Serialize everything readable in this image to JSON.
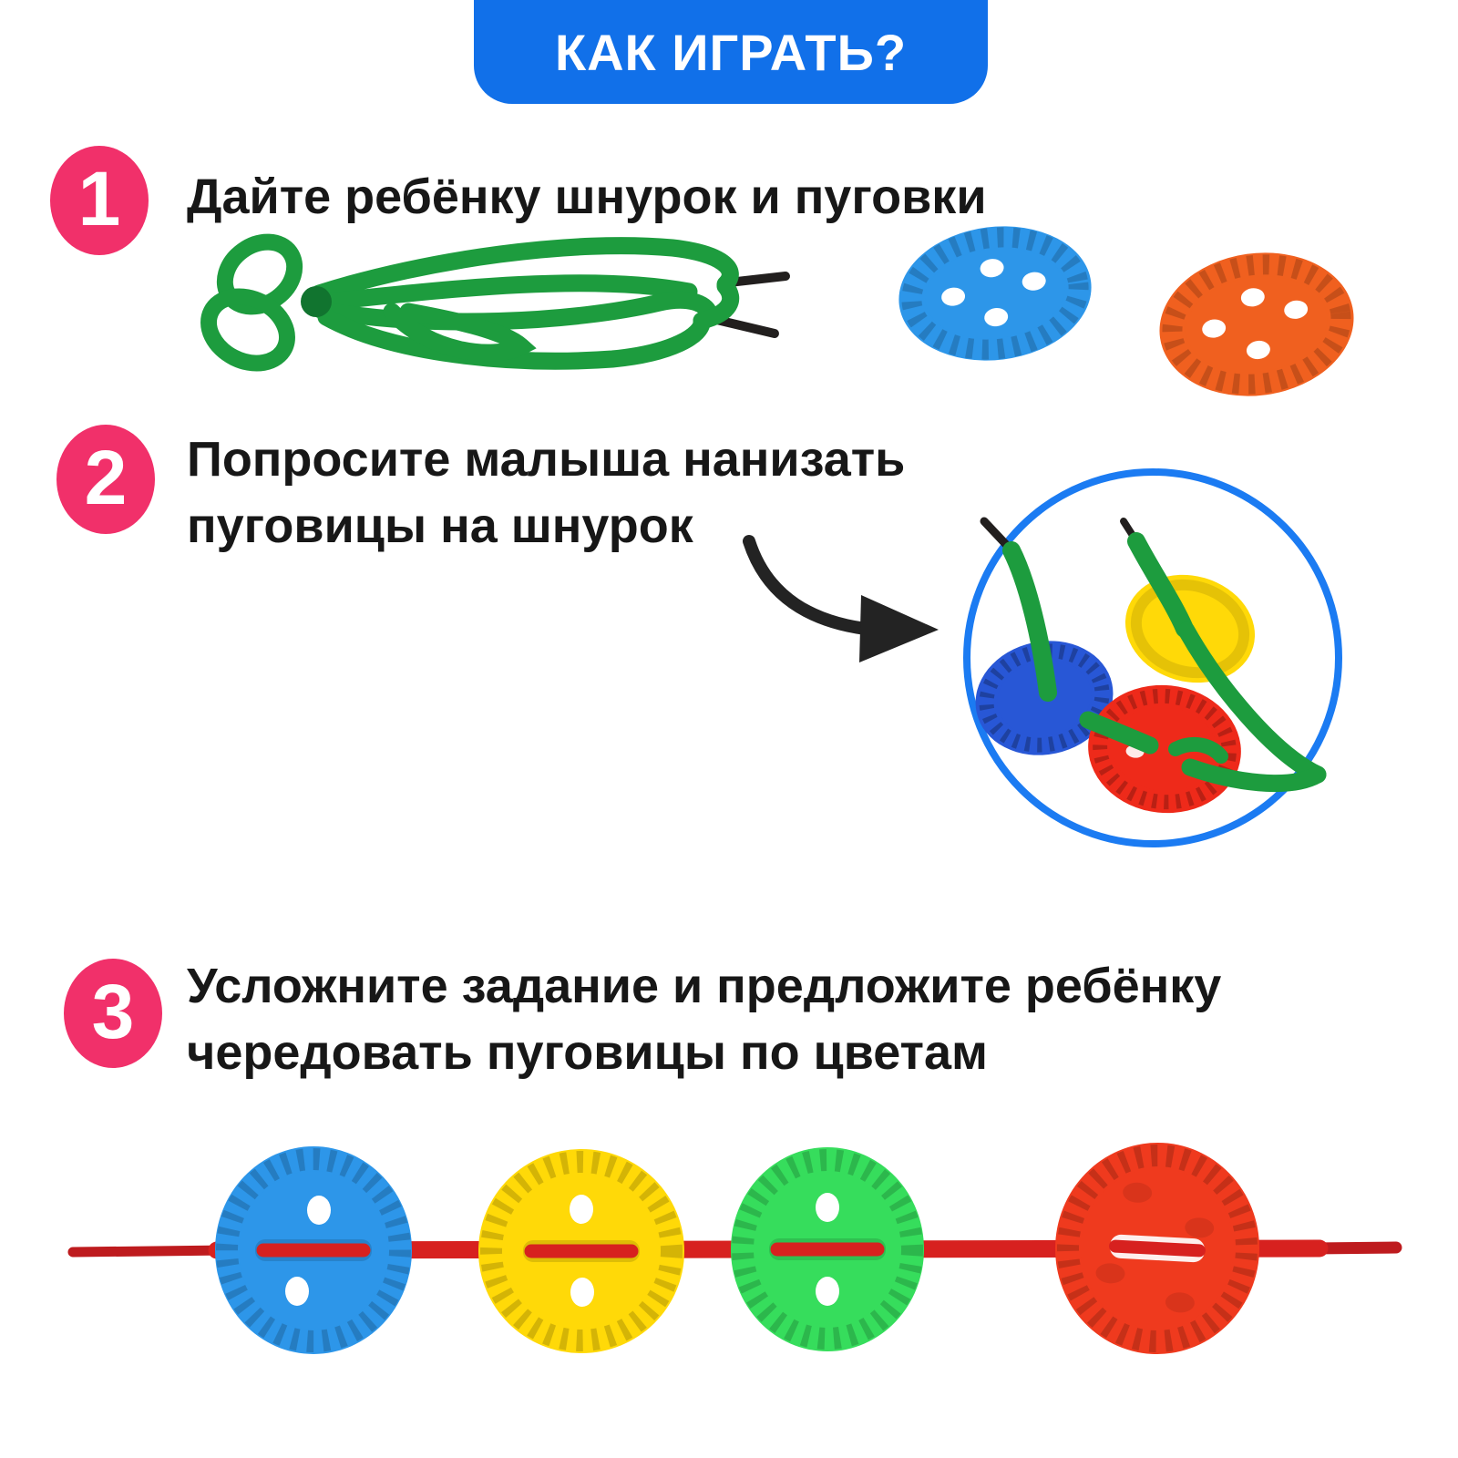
{
  "header": {
    "title": "КАК ИГРАТЬ?"
  },
  "steps": [
    {
      "number": "1",
      "lines": [
        "Дайте ребёнку шнурок и пуговки"
      ]
    },
    {
      "number": "2",
      "lines": [
        "Попросите малыша нанизать",
        "пуговицы на шнурок"
      ]
    },
    {
      "number": "3",
      "lines": [
        "Усложните задание и предложите ребёнку",
        "чередовать пуговицы по цветам"
      ]
    }
  ],
  "illustrations": {
    "step1": {
      "items": [
        "green-lace-with-black-tips",
        "blue-button",
        "orange-button"
      ]
    },
    "step2": {
      "items": [
        "curved-arrow",
        "circular-inset",
        "blue-button",
        "yellow-button",
        "red-button",
        "green-lace"
      ]
    },
    "step3": {
      "items": [
        "red-lace",
        "blue-button",
        "yellow-button",
        "green-button",
        "red-button"
      ]
    }
  },
  "colors": {
    "header_bg": "#1170E9",
    "badge_pink": "#F1306A",
    "text_black": "#171717",
    "inset_ring_blue": "#1B7BF2",
    "arrow_black": "#232323",
    "lace_green": "#1D9C3E",
    "lace_green_dark": "#11742F",
    "tip_black": "#221F1E",
    "lace_red": "#D7211F",
    "lace_red_dark": "#BE1B1E",
    "btn_blue": "#2D96E9",
    "btn_blue_royal": "#2857D6",
    "btn_orange": "#F0601F",
    "btn_yellow": "#FFD908",
    "btn_green": "#36DD5C",
    "btn_red": "#EF3A1E",
    "btn_red_bright": "#EE2A1A"
  }
}
